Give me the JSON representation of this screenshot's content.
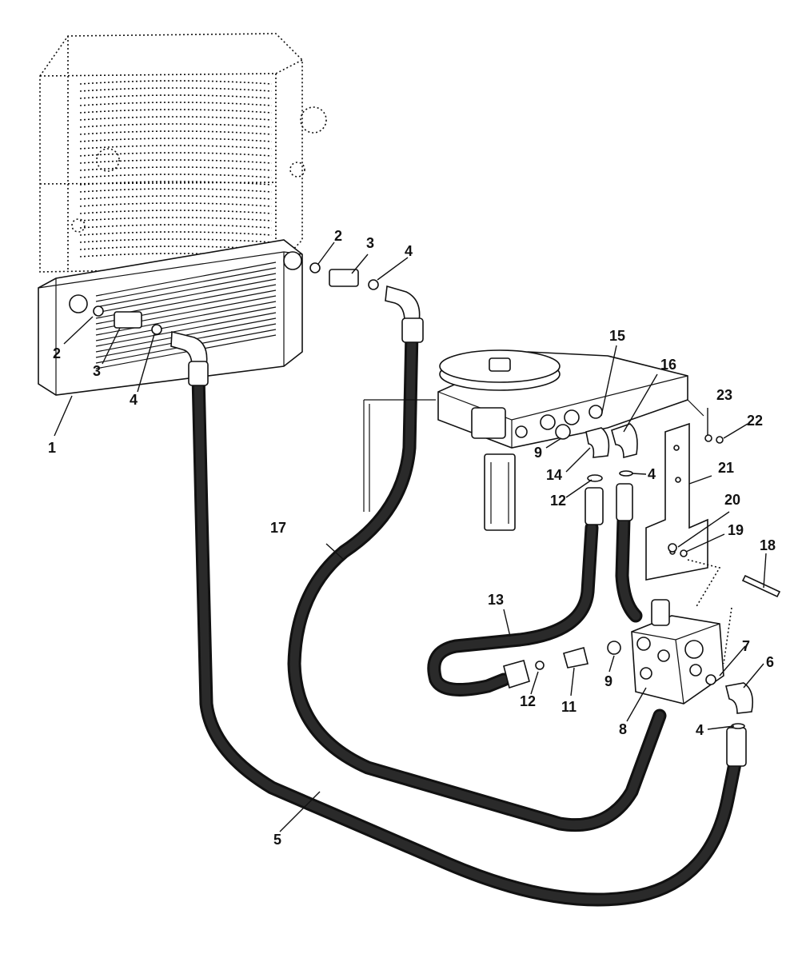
{
  "diagram": {
    "callouts": {
      "c1": "1",
      "c2a": "2",
      "c2b": "2",
      "c3a": "3",
      "c3b": "3",
      "c4a": "4",
      "c4b": "4",
      "c4c": "4",
      "c4d": "4",
      "c5": "5",
      "c6": "6",
      "c7": "7",
      "c8": "8",
      "c9a": "9",
      "c9b": "9",
      "c11": "11",
      "c12a": "12",
      "c12b": "12",
      "c13": "13",
      "c14": "14",
      "c15": "15",
      "c16": "16",
      "c17": "17",
      "c18": "18",
      "c19": "19",
      "c20": "20",
      "c21": "21",
      "c22": "22",
      "c23": "23"
    },
    "colors": {
      "line": "#111111",
      "background": "#ffffff"
    }
  }
}
